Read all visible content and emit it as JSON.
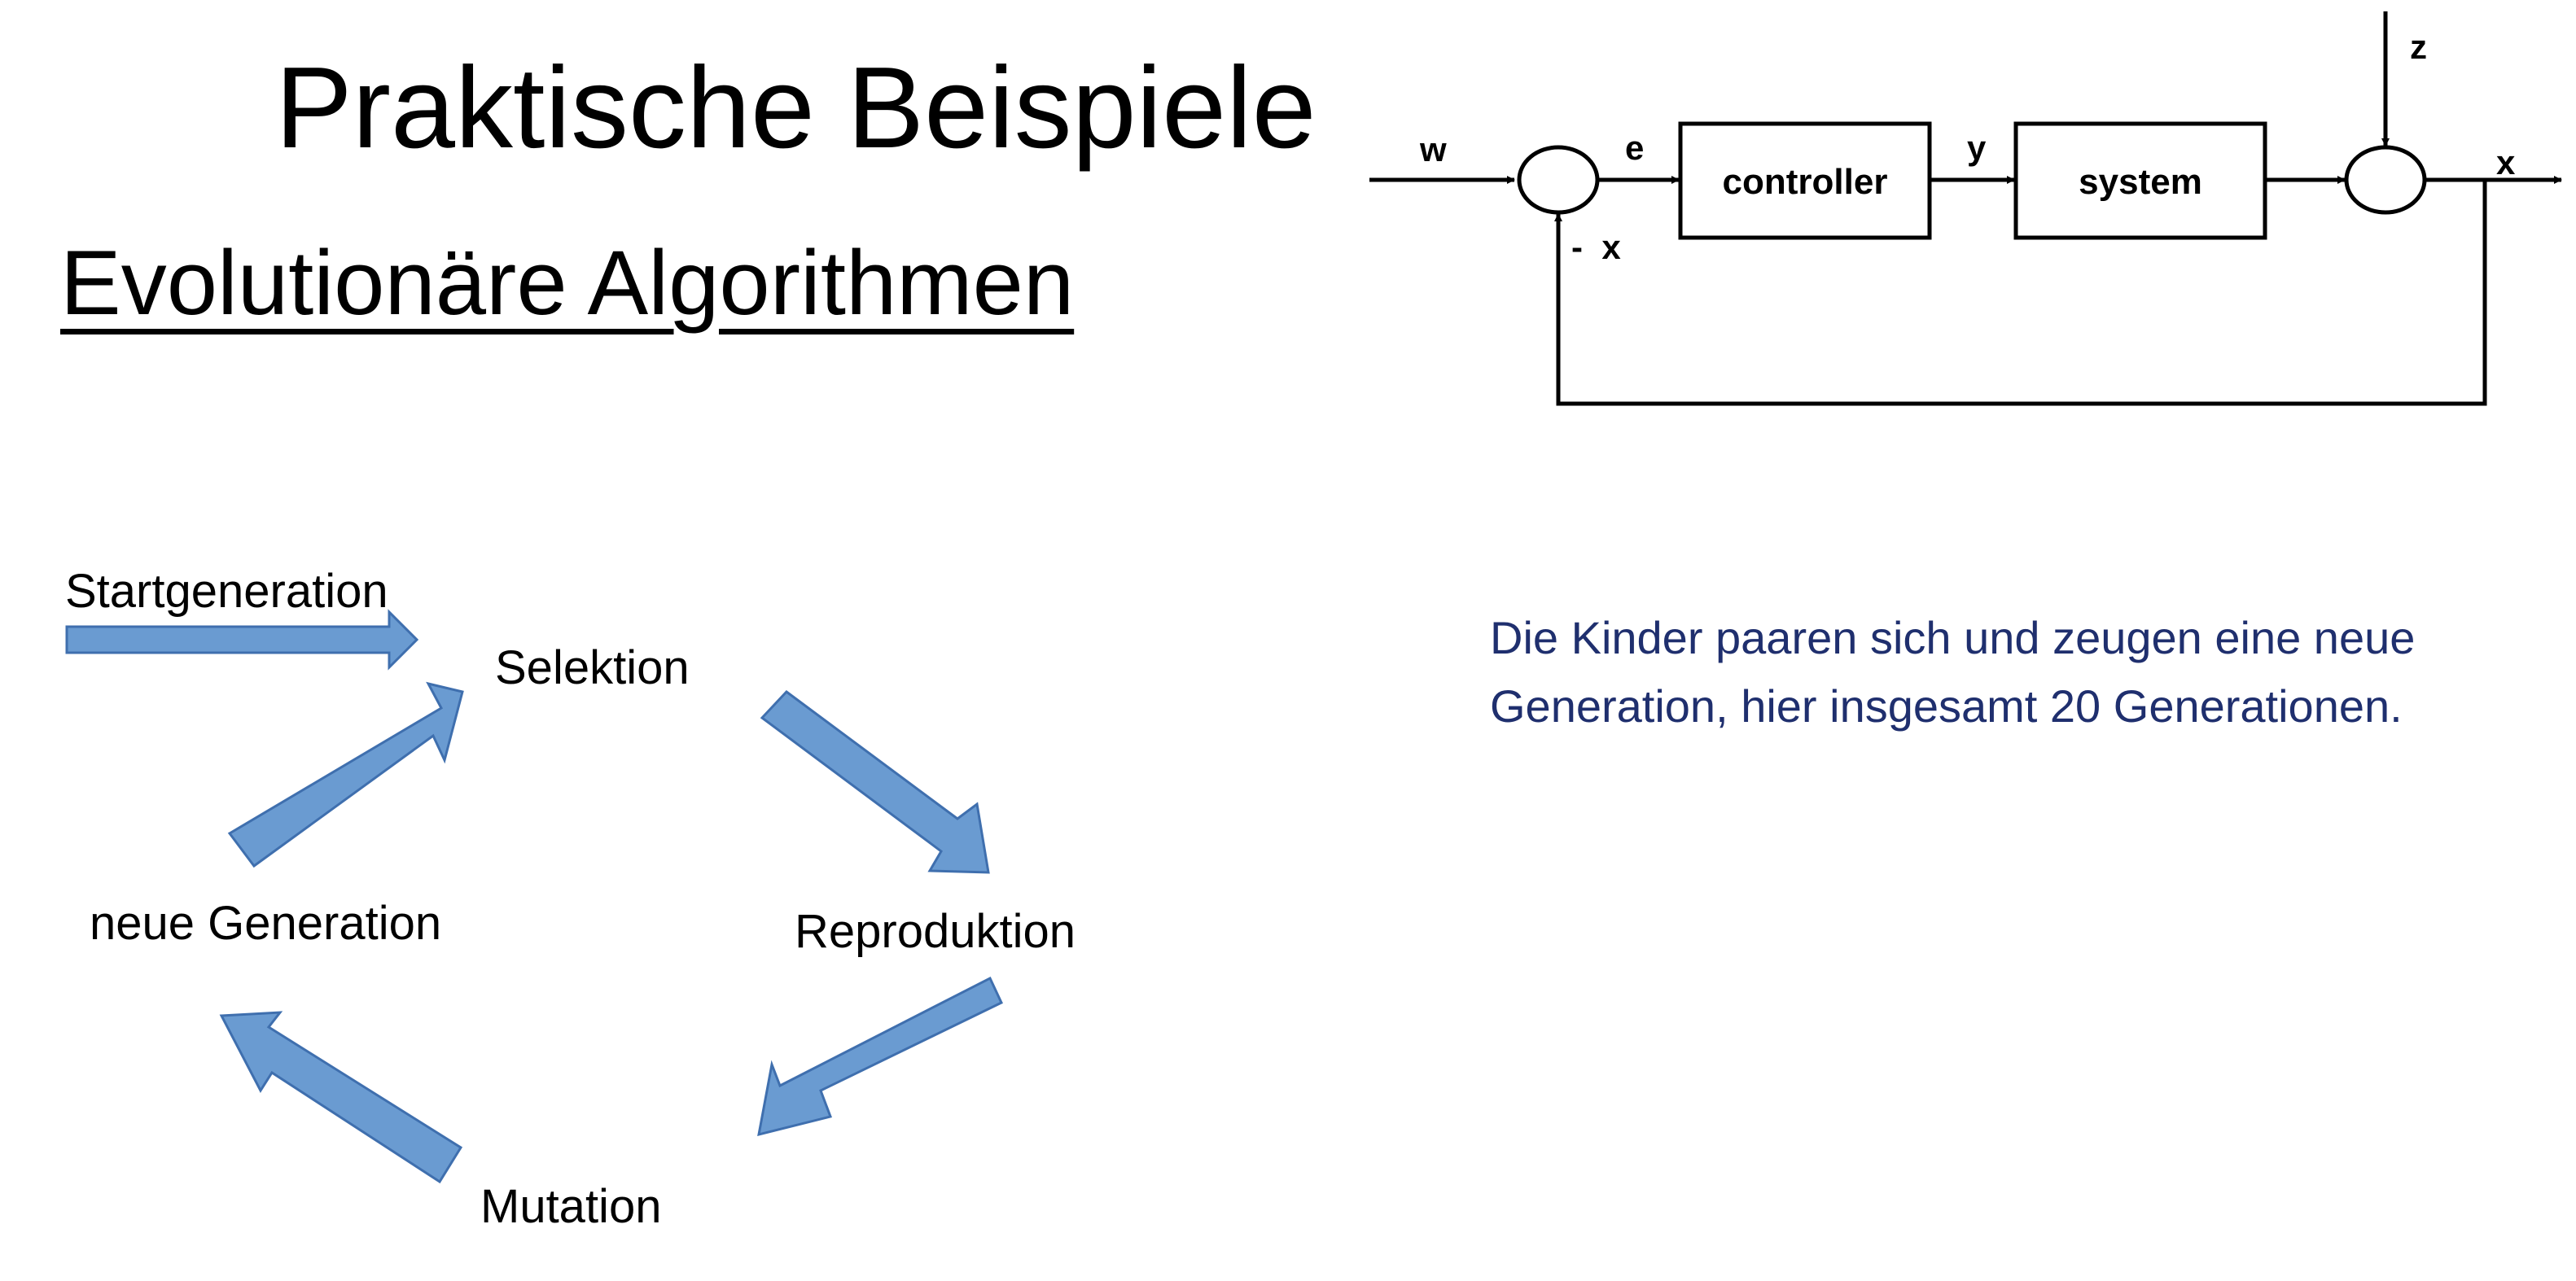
{
  "slide": {
    "title": "Praktische Beispiele",
    "subtitle": "Evolutionäre Algorithmen"
  },
  "control_loop": {
    "input_label": "w",
    "error_label": "e",
    "controller_label": "controller",
    "output_label": "y",
    "system_label": "system",
    "disturbance_label": "z",
    "result_label": "x",
    "feedback_label": "-  x"
  },
  "cycle": {
    "start": "Startgeneration",
    "selection": "Selektion",
    "reproduction": "Reproduktion",
    "mutation": "Mutation",
    "new_generation": "neue Generation"
  },
  "note": {
    "line1": "Die Kinder paaren sich und zeugen eine neue",
    "line2": "Generation, hier insgesamt 20 Generationen."
  },
  "colors": {
    "arrow_fill": "#6a9bd1",
    "arrow_stroke": "#3f6fae",
    "note_text": "#1f2f6e"
  }
}
